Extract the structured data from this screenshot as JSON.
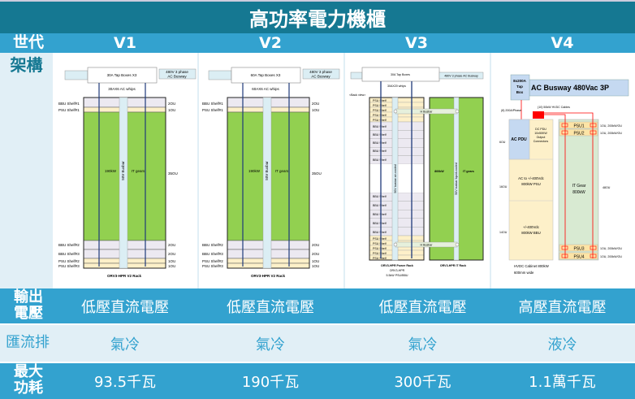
{
  "title": "高功率電力機櫃",
  "row_labels": {
    "generation": "世代",
    "architecture": "架構",
    "output_voltage_1": "輸出",
    "output_voltage_2": "電壓",
    "busbar": "匯流排",
    "max_power_1": "最大",
    "max_power_2": "功耗"
  },
  "colors": {
    "title_bar": "#157892",
    "band": "#33a2cf",
    "light": "#e1eff6",
    "it_green": "#92d050",
    "hvdc_red": "#ff0000"
  },
  "columns": [
    {
      "gen": "V1",
      "voltage": "低壓直流電壓",
      "busbar": "氣冷",
      "power": "93.5千瓦"
    },
    {
      "gen": "V2",
      "voltage": "低壓直流電壓",
      "busbar": "氣冷",
      "power": "190千瓦"
    },
    {
      "gen": "V3",
      "voltage": "低壓直流電壓",
      "busbar": "氣冷",
      "power": "300千瓦"
    },
    {
      "gen": "V4",
      "voltage": "高壓直流電壓",
      "busbar": "液冷",
      "power": "1.1萬千瓦"
    }
  ],
  "v1": {
    "tap": "30A Tap Boxes X3",
    "busway1": "480V 3 phase",
    "busway2": "AC Busway",
    "whips": "30AX6 AC whips",
    "busbar": "50V Busbar",
    "power": "190kW",
    "it": "IT gears",
    "caption": "ORV3-HPR V2 Rack",
    "shelves": [
      "BBU Shelf#1",
      "PSU Shelf#1",
      "BBU Shelf#2",
      "BBU Shelf#3",
      "PSU Shelf#2",
      "PSU Shelf#3"
    ],
    "ou": [
      "2OU",
      "1OU",
      "35OU",
      "2OU",
      "2OU",
      "1OU",
      "1OU"
    ]
  },
  "v2": {
    "tap": "60A Tap Boxes X3",
    "busway1": "480V 3 phase",
    "busway2": "AC Busway",
    "whips": "60AX6 AC whips",
    "busbar": "50V Busbar",
    "power": "190kW",
    "it": "IT gears",
    "caption": "ORV3-HPR V2 Rack",
    "shelves": [
      "BBU Shelf#1",
      "PSU Shelf#1",
      "BBU Shelf#2",
      "BBU Shelf#3",
      "PSU Shelf#2",
      "PSU Shelf#3"
    ],
    "ou": [
      "2OU",
      "1OU",
      "35OU",
      "2OU",
      "2OU",
      "1OU",
      "1OU"
    ]
  },
  "v3": {
    "tap": "30A Tap Boxes",
    "busway": "480V 3 phase  AC Busway",
    "whips": "30AX20 whips",
    "back_view": "<Back view>",
    "psu": "PSU Shelf",
    "bbu": "BBU Shelf",
    "hbusbar": "H Busbar",
    "busbar_air": "50V busbar air-cooled",
    "busbar_liquid": "50V busbar liquid-cooled",
    "power": "800kW",
    "it": "IT gears",
    "caption_power_1": "ORV3-HPR Power Rack",
    "caption_power_2": "ORV3-HPR",
    "caption_power_3": "5.5kW PSU/BBU",
    "caption_it": "ORV3-HPR IT Rack"
  },
  "v4": {
    "tap_1": "8x200A",
    "tap_2": "Tap",
    "tap_3": "Box",
    "busway": "AC Busway 480Vac 3P",
    "phase": "(8) 200A/Phase",
    "cables": "(10) 50kW HVDC Cables",
    "ac_pdu": "AC PDU",
    "dc_pdu_1": "DC PDU",
    "dc_pdu_2": "10x50KW",
    "dc_pdu_3": "Output",
    "dc_pdu_4": "Connectors",
    "psu_1": "AC to +/-400Vdc",
    "psu_2": "800kW PSU",
    "bbu_1": "+/-400Vdc",
    "bbu_2": "800kW BBU",
    "ou_6": "6OU",
    "ou_16": "16OU",
    "ou_14": "14OU",
    "psu1": "PSU1",
    "psu2": "PSU2",
    "psu3": "PSU3",
    "psu4": "PSU4",
    "ou_psu": "1OU, 200kW/OU",
    "it_1": "IT Gear",
    "it_2": "800kW",
    "ou_48": "48OU",
    "caption_1": "HVDC Cabinet 800kW",
    "caption_2": "600mm wide"
  }
}
